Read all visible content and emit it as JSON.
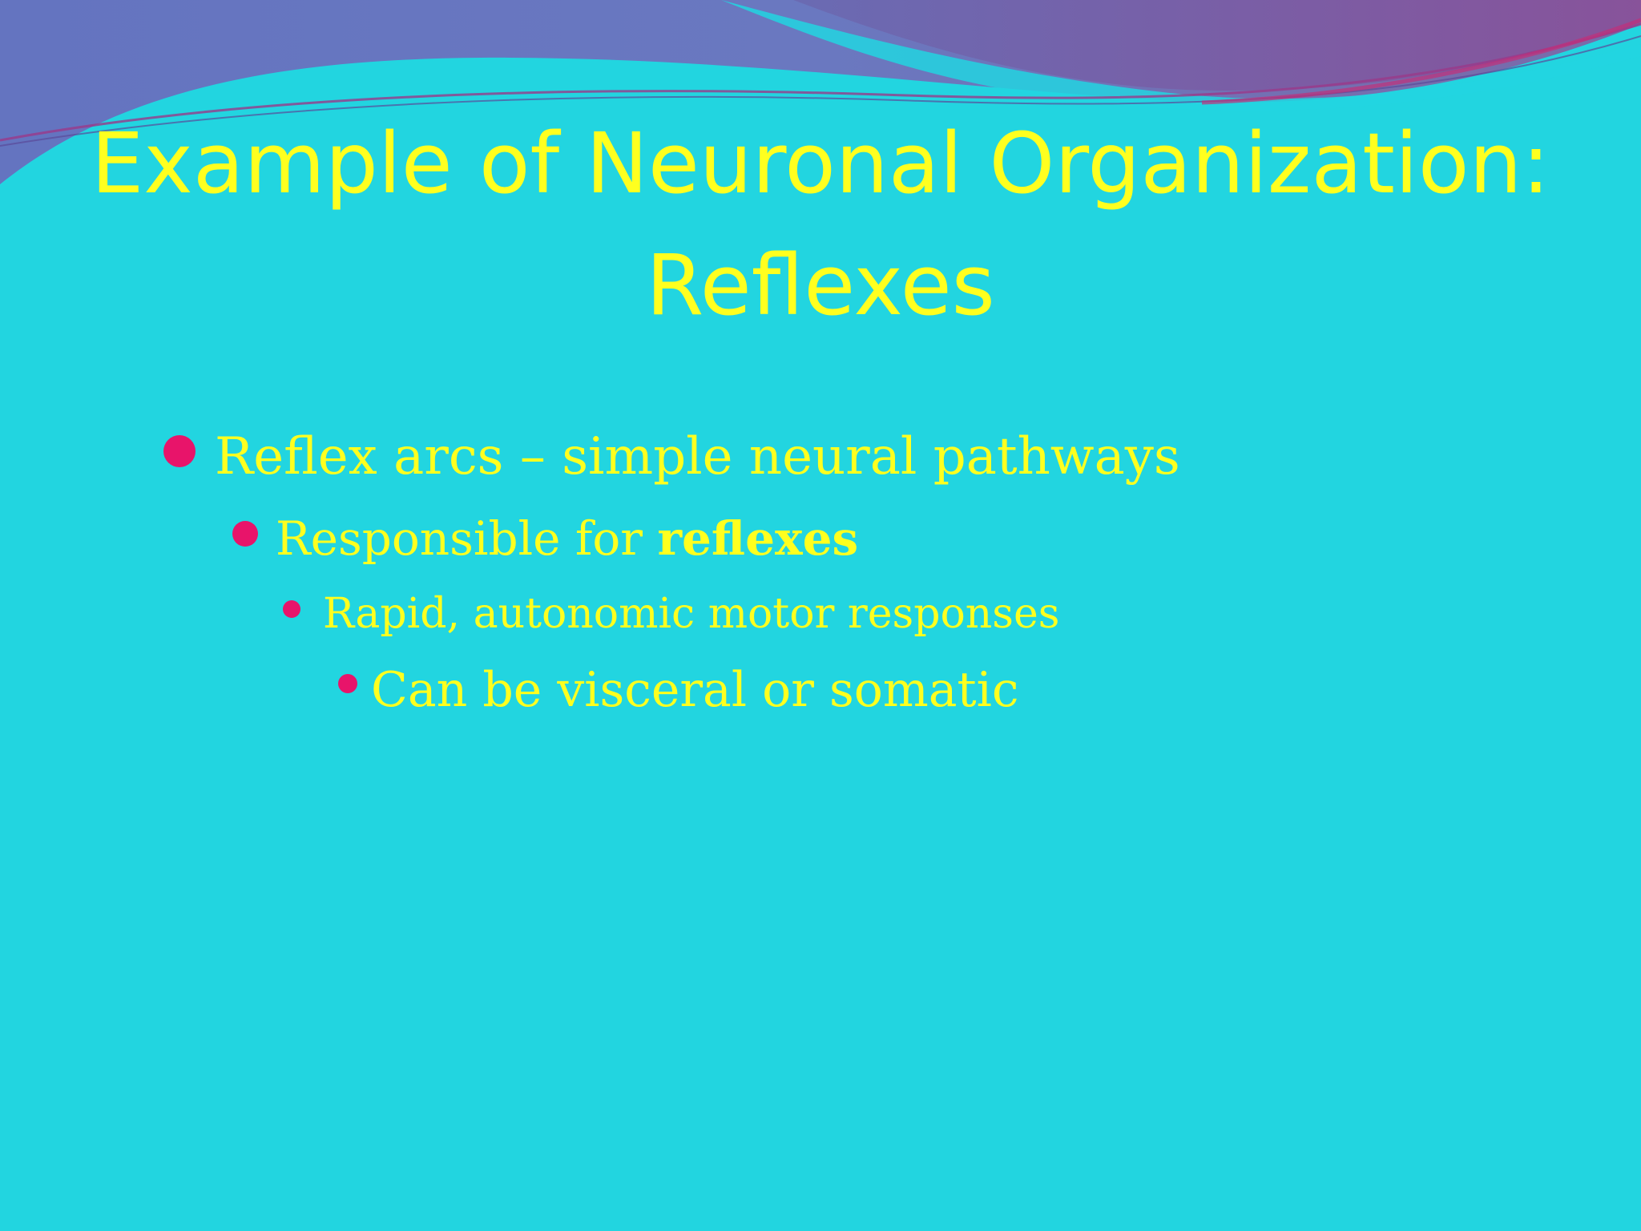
{
  "slide": {
    "title_line1": "Example of Neuronal Organization:",
    "title_line2": "Reflexes",
    "bullets": [
      {
        "level": 1,
        "text": "Reflex arcs – simple neural pathways"
      },
      {
        "level": 2,
        "text": "Responsible for ",
        "bold": "reflexes"
      },
      {
        "level": 3,
        "text": "Rapid, autonomic motor responses"
      },
      {
        "level": 4,
        "text": "Can be visceral or somatic"
      }
    ]
  },
  "colors": {
    "background": "#22d5e0",
    "title_text": "#ffff1f",
    "bullet_dot": "#e8146a",
    "wave_purple": "#6a76be",
    "wave_magenta": "#b0307f"
  }
}
